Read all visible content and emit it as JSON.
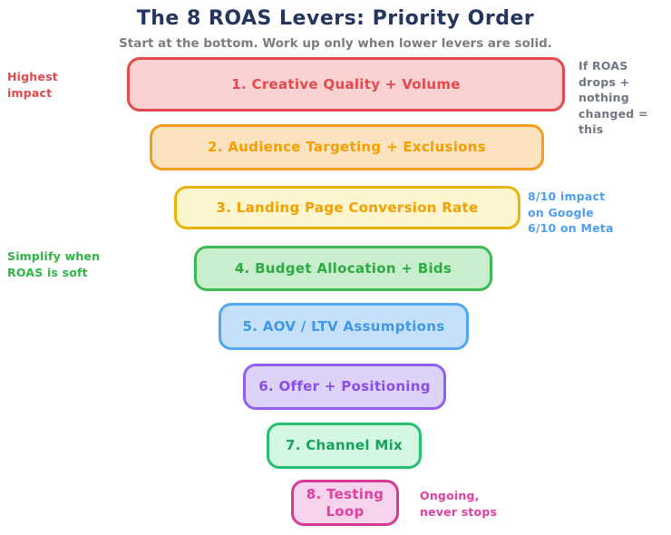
{
  "title": {
    "text": "The 8 ROAS Levers: Priority Order",
    "colors": {
      "text": "#24365d"
    }
  },
  "subtitle": {
    "text": "Start at the bottom. Work up only when lower levers are solid.",
    "colors": {
      "text": "#7d7d7d"
    }
  },
  "levers": [
    {
      "label": "1. Creative Quality + Volume",
      "colors": {
        "bg": "#fbd2d2",
        "border": "#e5494d",
        "text": "#e5484d"
      }
    },
    {
      "label": "2. Audience Targeting + Exclusions",
      "colors": {
        "bg": "#fbe3bf",
        "border": "#f29d1f",
        "text": "#f59e00"
      }
    },
    {
      "label": "3. Landing Page Conversion Rate",
      "colors": {
        "bg": "#fdf5cd",
        "border": "#eab308",
        "text": "#f59e00"
      }
    },
    {
      "label": "4. Budget Allocation + Bids",
      "colors": {
        "bg": "#c9eecd",
        "border": "#3eba52",
        "text": "#2eaa44"
      }
    },
    {
      "label": "5. AOV / LTV Assumptions",
      "colors": {
        "bg": "#c5e1fa",
        "border": "#52a8f2",
        "text": "#3e97e8"
      }
    },
    {
      "label": "6. Offer + Positioning",
      "colors": {
        "bg": "#ddd3f9",
        "border": "#8f5ff0",
        "text": "#8a4dea"
      }
    },
    {
      "label": "7. Channel Mix",
      "colors": {
        "bg": "#d4f7e3",
        "border": "#29bd74",
        "text": "#16a35c"
      }
    },
    {
      "label": "8. Testing Loop",
      "colors": {
        "bg": "#f7d4ee",
        "border": "#d63a92",
        "text": "#e0409f"
      }
    }
  ],
  "annotations": [
    {
      "text": "Highest\nimpact",
      "colors": {
        "text": "#e5484d"
      }
    },
    {
      "text": "If ROAS\ndrops + nothing\nchanged = this",
      "colors": {
        "text": "#6f7680"
      }
    },
    {
      "text": "8/10 impact\non Google\n6/10 on Meta",
      "colors": {
        "text": "#4d9ef0"
      }
    },
    {
      "text": "Simplify when\nROAS is soft",
      "colors": {
        "text": "#2fb344"
      }
    },
    {
      "text": "Ongoing,\nnever stops",
      "colors": {
        "text": "#e0409f"
      }
    }
  ]
}
